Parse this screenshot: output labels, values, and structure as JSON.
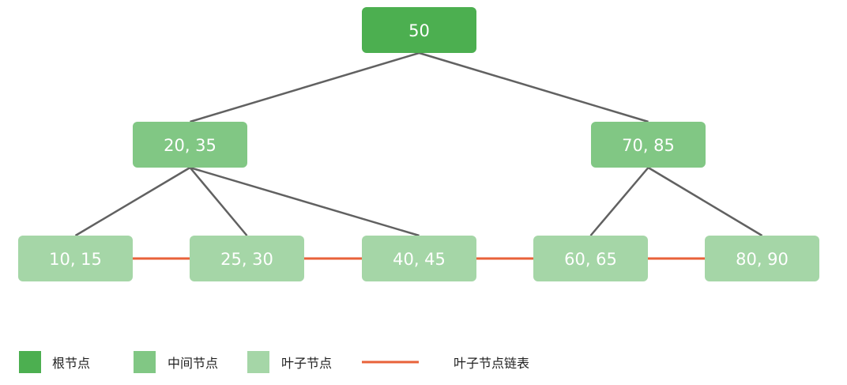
{
  "colors": {
    "root": "#4caf50",
    "internal": "#81c784",
    "leaf": "#a5d6a7",
    "edge": "#616161",
    "leaf_link": "#e8623a",
    "node_text": "#ffffff"
  },
  "nodes": {
    "root": {
      "label": "50"
    },
    "internal_left": {
      "label": "20, 35"
    },
    "internal_right": {
      "label": "70, 85"
    },
    "leaf_1": {
      "label": "10, 15"
    },
    "leaf_2": {
      "label": "25, 30"
    },
    "leaf_3": {
      "label": "40, 45"
    },
    "leaf_4": {
      "label": "60, 65"
    },
    "leaf_5": {
      "label": "80, 90"
    }
  },
  "edges": [
    [
      "root",
      "internal_left"
    ],
    [
      "root",
      "internal_right"
    ],
    [
      "internal_left",
      "leaf_1"
    ],
    [
      "internal_left",
      "leaf_2"
    ],
    [
      "internal_left",
      "leaf_3"
    ],
    [
      "internal_right",
      "leaf_4"
    ],
    [
      "internal_right",
      "leaf_5"
    ]
  ],
  "leaf_links": [
    [
      "leaf_1",
      "leaf_2"
    ],
    [
      "leaf_2",
      "leaf_3"
    ],
    [
      "leaf_3",
      "leaf_4"
    ],
    [
      "leaf_4",
      "leaf_5"
    ]
  ],
  "legend": {
    "root": "根节点",
    "internal": "中间节点",
    "leaf": "叶子节点",
    "leaf_link": "叶子节点链表"
  }
}
